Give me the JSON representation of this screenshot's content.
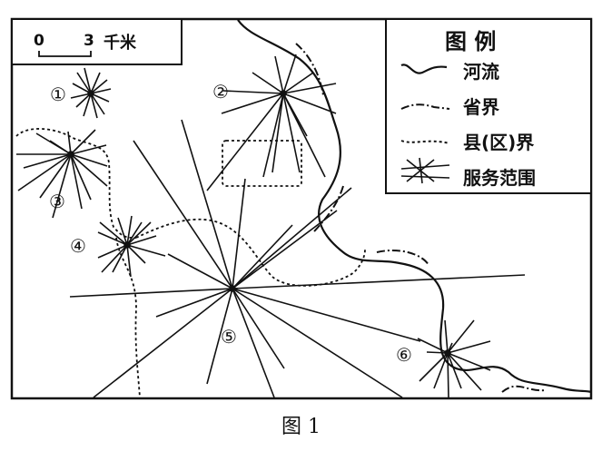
{
  "scale": {
    "zero": "0",
    "three": "3",
    "unit": "千米"
  },
  "legend": {
    "title": "图 例",
    "items": [
      {
        "icon": "river-line-icon",
        "label": "河流"
      },
      {
        "icon": "province-boundary-icon",
        "label": "省界"
      },
      {
        "icon": "county-boundary-icon",
        "label": "县(区)界"
      },
      {
        "icon": "service-range-icon",
        "label": "服务范围"
      }
    ]
  },
  "markers": [
    "①",
    "②",
    "③",
    "④",
    "⑤",
    "⑥"
  ],
  "caption": "图 1"
}
